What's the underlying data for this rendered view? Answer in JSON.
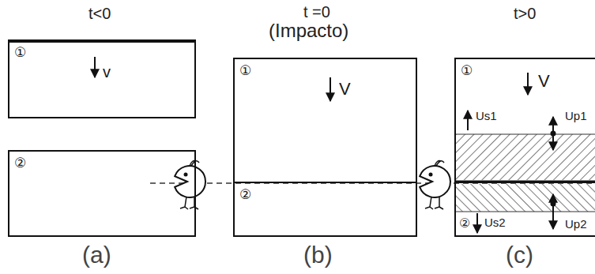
{
  "diagram": {
    "nodes": [
      {
        "text": [
          "①",
          "v"
        ]
      },
      {
        "text": [
          "②"
        ]
      },
      {
        "text": [
          "①",
          "V"
        ]
      },
      {
        "text": [
          "②"
        ]
      },
      {
        "text": [
          "①",
          "V",
          "Us1",
          "Up1"
        ]
      },
      {
        "text": [
          "②",
          "Us2",
          "Up2"
        ]
      }
    ],
    "labels": [
      "t<0",
      "t =0",
      "(Impacto)",
      "t>0",
      "(a)",
      "(b)",
      "(c)"
    ]
  }
}
